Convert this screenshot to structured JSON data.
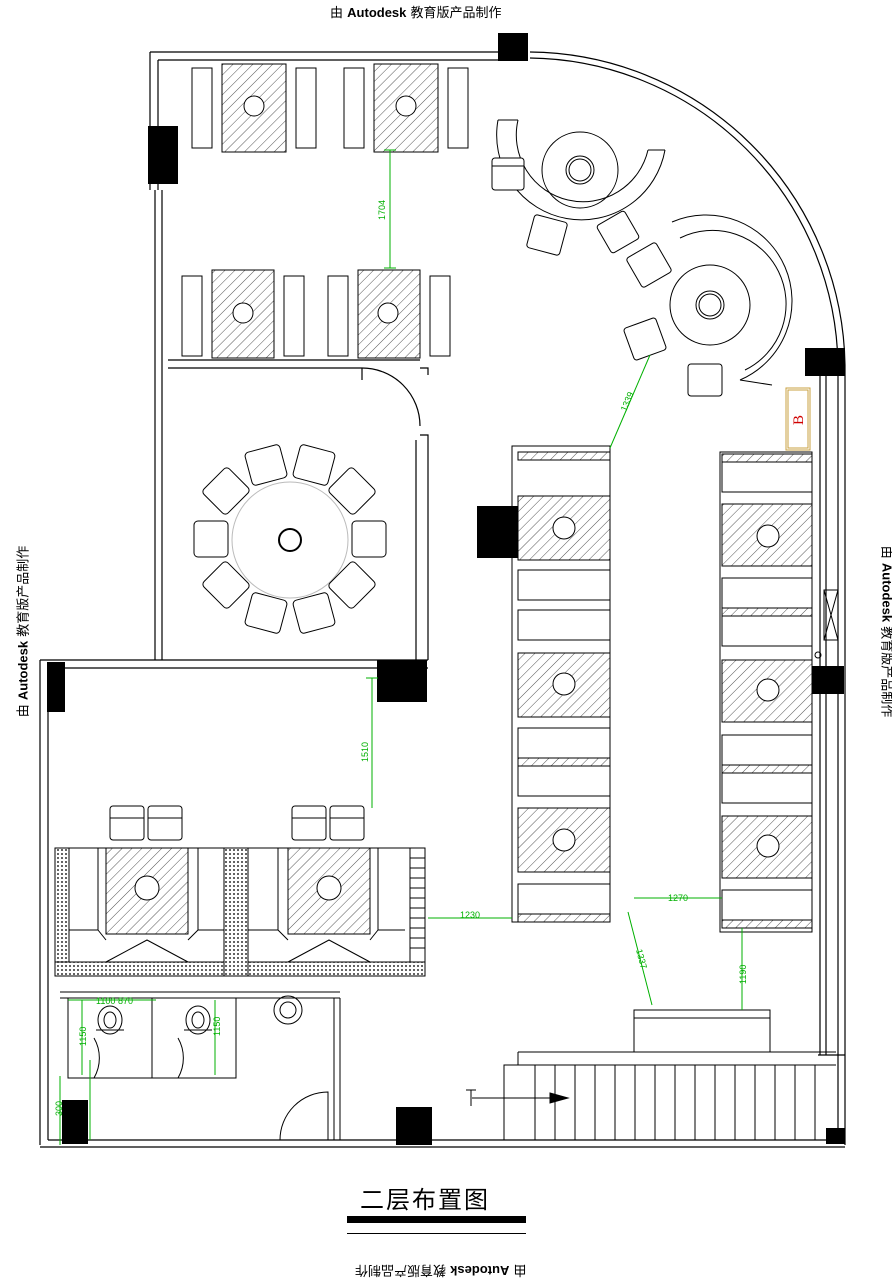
{
  "watermark": {
    "prefix": "由",
    "brand": "Autodesk",
    "suffix": "教育版产品制作"
  },
  "plan_title": "二层布置图",
  "room_marker": "B",
  "dimensions": {
    "d1704": "1704",
    "d1339": "1339",
    "d1510": "1510",
    "d1230": "1230",
    "d1270": "1270",
    "d1337": "1337",
    "d1190": "1190",
    "d1150a": "1150",
    "d1150b": "1150",
    "d1100": "1100",
    "d870": "870",
    "d300": "300"
  },
  "colors": {
    "lines": "#000000",
    "dimension": "#00b000",
    "marker": "#d00000",
    "hatch": "#555555"
  }
}
